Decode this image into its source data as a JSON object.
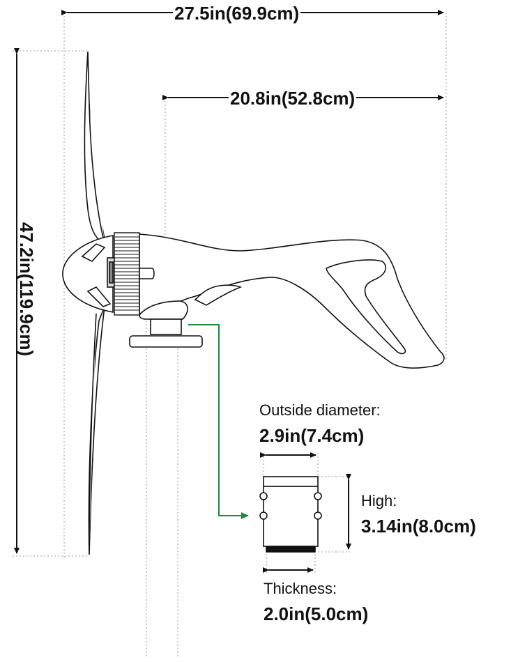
{
  "dimensions": {
    "total_width": "27.5in(69.9cm)",
    "tail_length": "20.8in(52.8cm)",
    "total_height": "47.2in(119.9cm)"
  },
  "flange": {
    "outside_diameter_label": "Outside diameter:",
    "outside_diameter_value": "2.9in(7.4cm)",
    "high_label": "High:",
    "high_value": "3.14in(8.0cm)",
    "thickness_label": "Thickness:",
    "thickness_value": "2.0in(5.0cm)"
  },
  "colors": {
    "line": "#111111",
    "dim_dotted": "#999999",
    "callout_arrow": "#1f8a3a"
  }
}
